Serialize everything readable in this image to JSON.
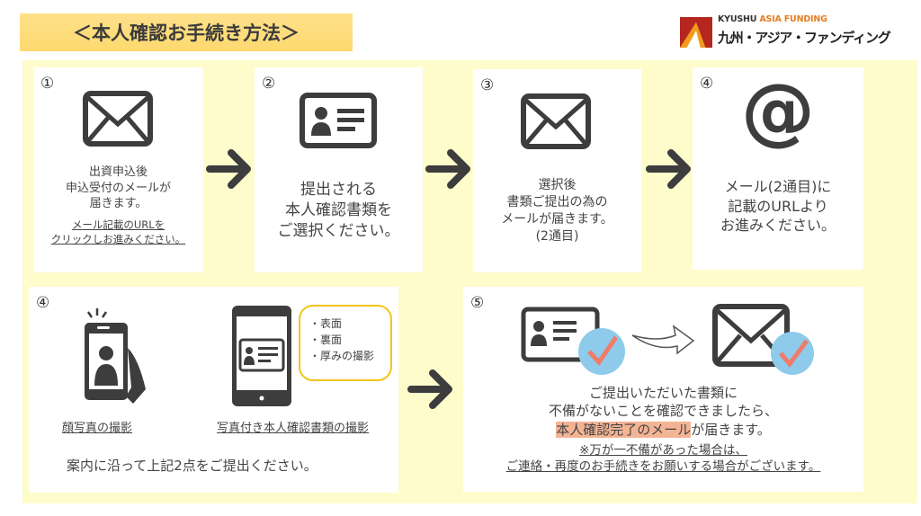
{
  "title": "＜本人確認お手続き方法＞",
  "logo": {
    "en_a": "KYUSHU",
    "en_b": "ASIA FUNDING",
    "ja": "九州・アジア・ファンディング"
  },
  "colors": {
    "background": "#fffccc",
    "title_bg": "#fdd96f",
    "icon": "#3d3d3d",
    "check_circle": "#8ecbea",
    "check": "#f07b6b",
    "highlight": "#f4b494",
    "bubble_border": "#f5c518"
  },
  "steps": [
    {
      "num": "①",
      "lines": [
        "出資申込後",
        "申込受付のメールが",
        "届きます。"
      ],
      "note": [
        "メール記載のURLを",
        "クリックしお進みください。"
      ]
    },
    {
      "num": "②",
      "lines": [
        "提出される",
        "本人確認書類を",
        "ご選択ください。"
      ]
    },
    {
      "num": "③",
      "lines": [
        "選択後",
        "書類ご提出の為の",
        "メールが届きます。",
        "(2通目)"
      ]
    },
    {
      "num": "④",
      "lines": [
        "メール(2通目)に",
        "記載のURLより",
        "お進みください。"
      ]
    }
  ],
  "step4b": {
    "num": "④",
    "face_label": "顔写真の撮影",
    "id_label": "写真付き本人確認書類の撮影",
    "bubble": [
      "・表面",
      "・裏面",
      "・厚みの撮影"
    ],
    "instruction": "案内に沿って上記2点をご提出ください。"
  },
  "step5": {
    "num": "⑤",
    "line1": "ご提出いただいた書類に",
    "line2": "不備がないことを確認できましたら、",
    "line3_hl": "本人確認完了のメール",
    "line3_rest": "が届きます。",
    "note1": "※万が一不備があった場合は、",
    "note2": "ご連絡・再度のお手続きをお願いする場合がございます。"
  }
}
